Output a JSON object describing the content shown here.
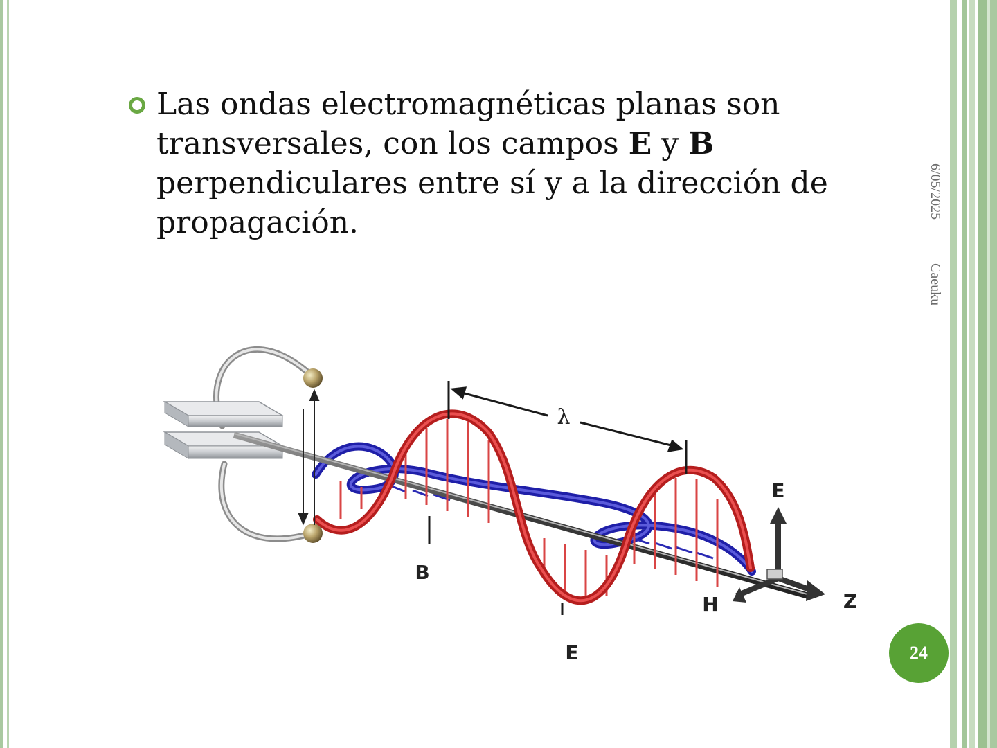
{
  "slide": {
    "bullet": {
      "part1": "Las ondas electromagnéticas planas son transversales, con los campos ",
      "bold_e": "E",
      "part2": " y ",
      "bold_b": "B",
      "part3": " perpendiculares entre sí y a la dirección de propagación."
    },
    "side": {
      "date": "6/05/2025",
      "author": "Caeuku"
    },
    "page_number": "24",
    "colors": {
      "accent_green": "#58a235",
      "bullet_green": "#6aa843",
      "stripe_green": "#a9c9a0",
      "e_field": "#d42525",
      "b_field": "#2323b0"
    }
  },
  "diagram": {
    "labels": {
      "lambda": "λ",
      "b_field": "B",
      "e_field": "E",
      "axis_e": "E",
      "axis_h": "H",
      "axis_z": "Z"
    }
  }
}
